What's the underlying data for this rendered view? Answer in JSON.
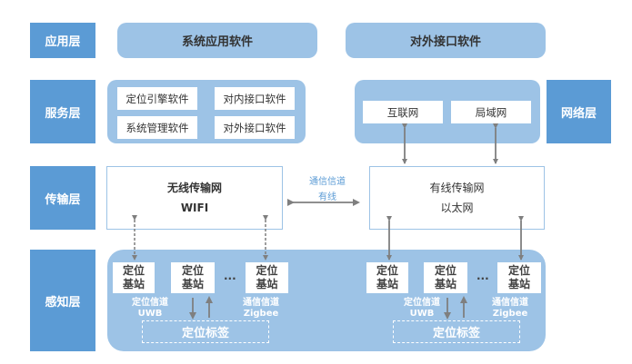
{
  "layers": {
    "application": "应用层",
    "service": "服务层",
    "network": "网络层",
    "transport": "传输层",
    "perception": "感知层"
  },
  "application": {
    "system_app_software": "系统应用软件",
    "external_interface_software": "对外接口软件"
  },
  "service": {
    "items": [
      "定位引擎软件",
      "对内接口软件",
      "系统管理软件",
      "对外接口软件"
    ]
  },
  "network": {
    "items": [
      "互联网",
      "局域网"
    ]
  },
  "transport": {
    "wireless": {
      "title": "无线传输网",
      "subtitle": "WIFI"
    },
    "wired": {
      "title": "有线传输网",
      "subtitle": "以太网"
    },
    "link": {
      "line1": "通信信道",
      "line2": "有线"
    }
  },
  "perception": {
    "left": {
      "stations": [
        {
          "line1": "定位",
          "line2": "基站"
        },
        {
          "line1": "定位",
          "line2": "基站"
        },
        {
          "line1": "定位",
          "line2": "基站"
        }
      ],
      "ellipsis": "...",
      "positioning_channel": {
        "line1": "定位信道",
        "line2": "UWB"
      },
      "comm_channel": {
        "line1": "通信信道",
        "line2": "Zigbee"
      },
      "tag": "定位标签"
    },
    "right": {
      "stations": [
        {
          "line1": "定位",
          "line2": "基站"
        },
        {
          "line1": "定位",
          "line2": "基站"
        },
        {
          "line1": "定位",
          "line2": "基站"
        }
      ],
      "ellipsis": "...",
      "positioning_channel": {
        "line1": "定位信道",
        "line2": "UWB"
      },
      "comm_channel": {
        "line1": "通信信道",
        "line2": "Zigbee"
      },
      "tag": "定位标签"
    }
  },
  "colors": {
    "layer_label": "#5b9bd5",
    "panel": "#9dc3e6",
    "arrow": "#7f7f7f",
    "link_text": "#5b9bd5"
  }
}
